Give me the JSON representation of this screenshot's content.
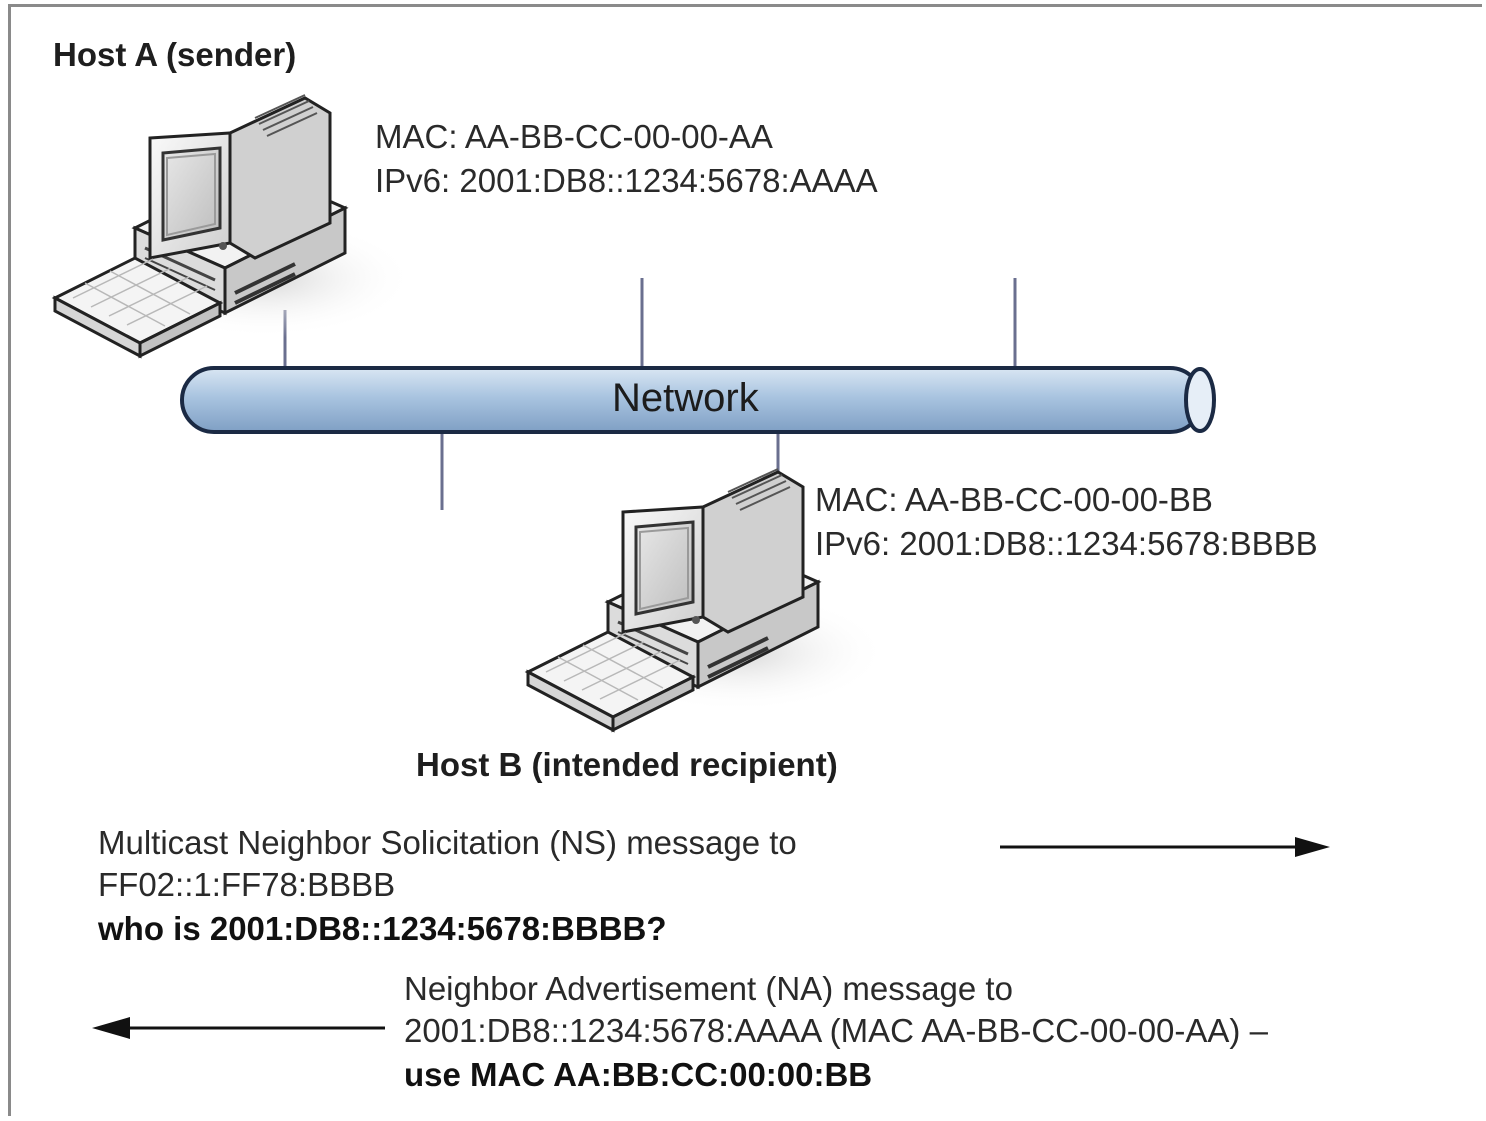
{
  "host_a": {
    "title": "Host A (sender)",
    "mac": "MAC: AA-BB-CC-00-00-AA",
    "ipv6": "IPv6: 2001:DB8::1234:5678:AAAA"
  },
  "host_b": {
    "title": "Host B (intended recipient)",
    "mac": "MAC: AA-BB-CC-00-00-BB",
    "ipv6": "IPv6: 2001:DB8::1234:5678:BBBB"
  },
  "network": {
    "label": "Network"
  },
  "ns_message": {
    "line1": "Multicast Neighbor Solicitation (NS) message to",
    "line2": "FF02::1:FF78:BBBB",
    "question": "who is 2001:DB8::1234:5678:BBBB?",
    "direction": "right"
  },
  "na_message": {
    "line1": "Neighbor Advertisement (NA) message to",
    "line2": "2001:DB8::1234:5678:AAAA (MAC AA-BB-CC-00-00-AA) –",
    "answer": "use MAC AA:BB:CC:00:00:BB",
    "direction": "left"
  },
  "colors": {
    "pipe_fill": "#a9c4e0",
    "pipe_stroke": "#1b2a44",
    "tap_line": "#6a6f8f",
    "frame": "#8a8a8a"
  }
}
